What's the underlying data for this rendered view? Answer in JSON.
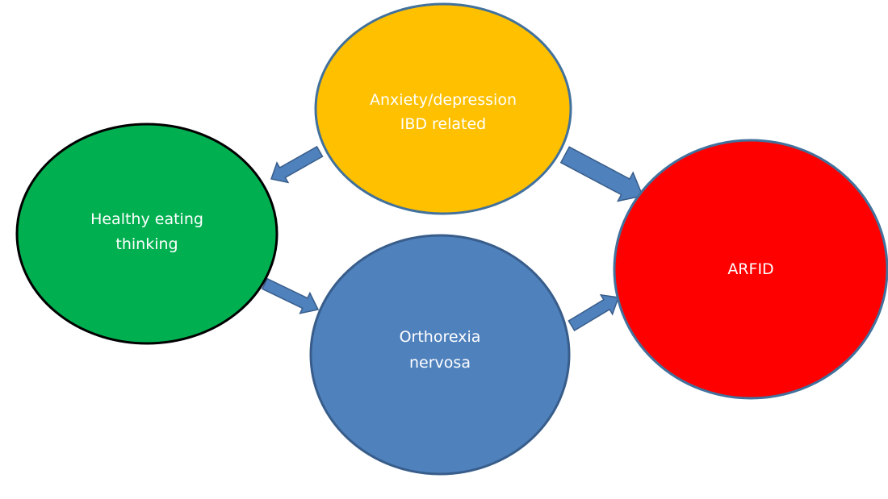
{
  "diagram": {
    "nodes": [
      {
        "id": "anxiety",
        "lines": [
          "Anxiety/depression",
          "IBD related"
        ],
        "fill": "#FFC000",
        "stroke": "#41719C"
      },
      {
        "id": "healthy",
        "lines": [
          "Healthy eating",
          "thinking"
        ],
        "fill": "#00B050",
        "stroke": "#000000"
      },
      {
        "id": "orthorexia",
        "lines": [
          "Orthorexia",
          "nervosa"
        ],
        "fill": "#4F81BD",
        "stroke": "#385D8A"
      },
      {
        "id": "arfid",
        "lines": [
          "ARFID"
        ],
        "fill": "#FF0000",
        "stroke": "#41719C"
      }
    ],
    "edges": [
      {
        "from": "anxiety",
        "to": "healthy"
      },
      {
        "from": "anxiety",
        "to": "arfid"
      },
      {
        "from": "healthy",
        "to": "orthorexia"
      },
      {
        "from": "orthorexia",
        "to": "arfid"
      }
    ],
    "arrow_color": "#4F81BD",
    "arrow_stroke": "#385D8A"
  }
}
